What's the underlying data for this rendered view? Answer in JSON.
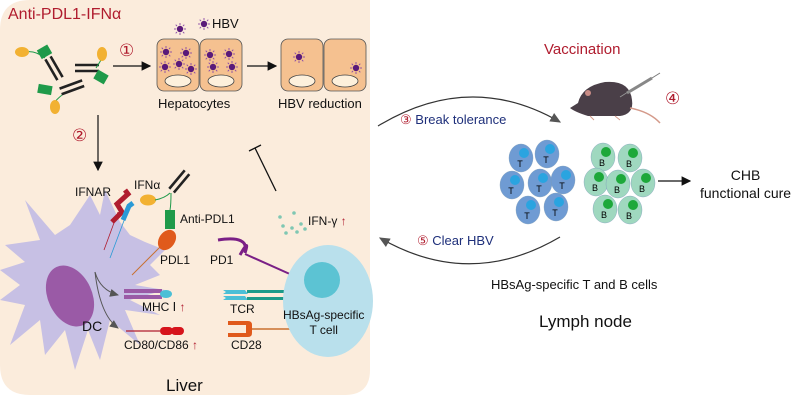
{
  "liver_panel": {
    "title": "Anti-PDL1-IFNα",
    "region_label": "Liver",
    "step1": "①",
    "step2": "②",
    "hbv_legend": "HBV",
    "hepatocytes_label": "Hepatocytes",
    "hbv_reduction_label": "HBV reduction",
    "ifnar_label": "IFNAR",
    "ifna_label": "IFNα",
    "anti_pdl1_label": "Anti-PDL1",
    "ifn_gamma_label": "IFN-γ",
    "pdl1_label": "PDL1",
    "pd1_label": "PD1",
    "dc_label": "DC",
    "mhc_label": "MHC Ⅰ",
    "tcr_label": "TCR",
    "cd80_label": "CD80/CD86",
    "cd28_label": "CD28",
    "tcell_label_line1": "HBsAg-specific",
    "tcell_label_line2": "T cell",
    "up_arrow": "↑"
  },
  "flow": {
    "step3": "③",
    "break_tolerance": "Break tolerance",
    "step5": "⑤",
    "clear_hbv": "Clear HBV"
  },
  "lymph_panel": {
    "vaccination": "Vaccination",
    "step4": "④",
    "t_cell_letter": "T",
    "b_cell_letter": "B",
    "chb_line1": "CHB",
    "chb_line2": "functional cure",
    "cells_caption": "HBsAg-specific T and B cells",
    "region_label": "Lymph node"
  },
  "colors": {
    "liver_bg": "#fbecdc",
    "hepatocyte": "#f5c190",
    "virus": "#5a1a7a",
    "dc": "#c7c0e4",
    "dc_nucleus": "#9a5aa6",
    "tcell": "#b9e0ec",
    "tcell_nucleus": "#5cc3d3",
    "lymph_t": "#6f9bd3",
    "lymph_b": "#9fd8bf",
    "accent_red": "#b01c2e",
    "accent_blue": "#1e2f7a"
  }
}
